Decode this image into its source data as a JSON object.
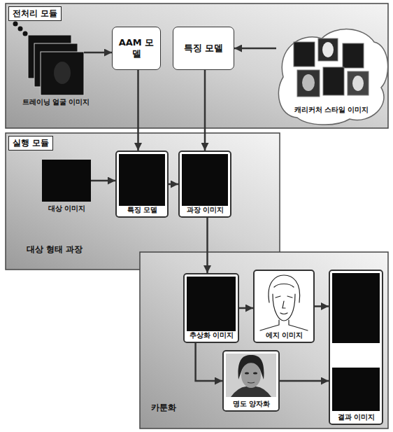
{
  "diagram": {
    "nodes": [
      {
        "text": [
          "전처리 모듈"
        ]
      },
      {
        "text": [
          "트레이닝 얼굴 이미지"
        ],
        "in": 0
      },
      {
        "text": [
          "AAM 모델"
        ],
        "in": 0
      },
      {
        "text": [
          "특징 모델"
        ],
        "in": 0
      },
      {
        "text": [
          "캐리커처 스타일 이미지"
        ],
        "in": 0
      },
      {
        "text": [
          "실행 모듈",
          "대상 형태 과장"
        ]
      },
      {
        "text": [
          "대상 이미지"
        ],
        "in": 5
      },
      {
        "text": [
          "특징 모델"
        ],
        "in": 5
      },
      {
        "text": [
          "과장 이미지"
        ],
        "in": 5
      },
      {
        "text": [
          "카툰화"
        ]
      },
      {
        "text": [
          "추상화 이미지"
        ],
        "in": 9
      },
      {
        "text": [
          "에지 이미지"
        ],
        "in": 9
      },
      {
        "text": [
          "명도 양자화"
        ],
        "in": 9
      },
      {
        "text": [
          "결과 이미지"
        ],
        "in": 9
      }
    ],
    "edges": [
      {
        "from": 1,
        "to": 2,
        "arrow": "to"
      },
      {
        "from": 4,
        "to": 3,
        "arrow": "to"
      },
      {
        "from": 2,
        "to": 7,
        "arrow": "to"
      },
      {
        "from": 3,
        "to": 8,
        "arrow": "to"
      },
      {
        "from": 6,
        "to": 7,
        "arrow": "to"
      },
      {
        "from": 7,
        "to": 8,
        "arrow": "to"
      },
      {
        "from": 8,
        "to": 10,
        "arrow": "to"
      },
      {
        "from": 10,
        "to": 11,
        "arrow": "to"
      },
      {
        "from": 10,
        "to": 12,
        "arrow": "to"
      },
      {
        "from": 11,
        "to": 13,
        "arrow": "to"
      },
      {
        "from": 12,
        "to": 13,
        "arrow": "to"
      }
    ]
  }
}
